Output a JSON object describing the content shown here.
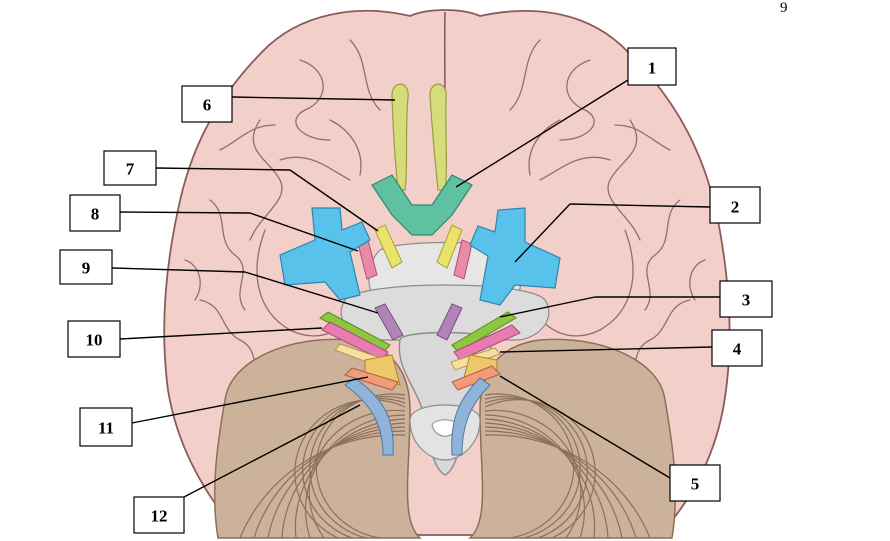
{
  "page_number": "9",
  "labels": [
    {
      "id": "1",
      "text": "1"
    },
    {
      "id": "2",
      "text": "2"
    },
    {
      "id": "3",
      "text": "3"
    },
    {
      "id": "4",
      "text": "4"
    },
    {
      "id": "5",
      "text": "5"
    },
    {
      "id": "6",
      "text": "6"
    },
    {
      "id": "7",
      "text": "7"
    },
    {
      "id": "8",
      "text": "8"
    },
    {
      "id": "9",
      "text": "9"
    },
    {
      "id": "10",
      "text": "10"
    },
    {
      "id": "11",
      "text": "11"
    },
    {
      "id": "12",
      "text": "12"
    }
  ],
  "colors": {
    "cerebrum": "#f3cfc9",
    "cerebrum_outline": "#8b5b5b",
    "cerebellum": "#ccb29a",
    "brainstem": "#d9d9d9",
    "olfactory": "#d7dc7a",
    "optic": "#5ec2a2",
    "trigeminal": "#59c2ea",
    "oculomotor": "#e9e36b",
    "trochlear": "#e98aa6",
    "abducens": "#b084b6",
    "facial": "#8dc63f",
    "vestibulocochlear": "#e97cae",
    "glossopharyngeal": "#f6dfa1",
    "vagus": "#ecc86a",
    "accessory": "#f29b7a",
    "hypoglossal": "#8fb3d9"
  }
}
